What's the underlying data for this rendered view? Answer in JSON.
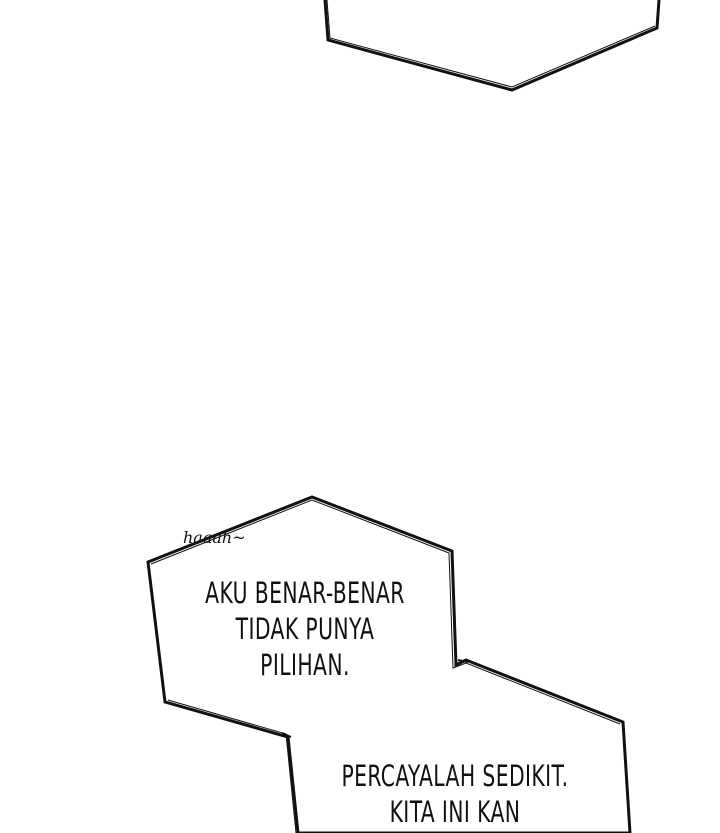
{
  "colors": {
    "background": "#ffffff",
    "ink": "#111111"
  },
  "top_balloon": {
    "text": ""
  },
  "sfx": {
    "text": "haaah~"
  },
  "balloon_one": {
    "lines": [
      "AKU BENAR-BENAR",
      "TIDAK PUNYA",
      "PILIHAN."
    ]
  },
  "balloon_two": {
    "lines": [
      "PERCAYALAH SEDIKIT.",
      "KITA INI KAN"
    ]
  }
}
